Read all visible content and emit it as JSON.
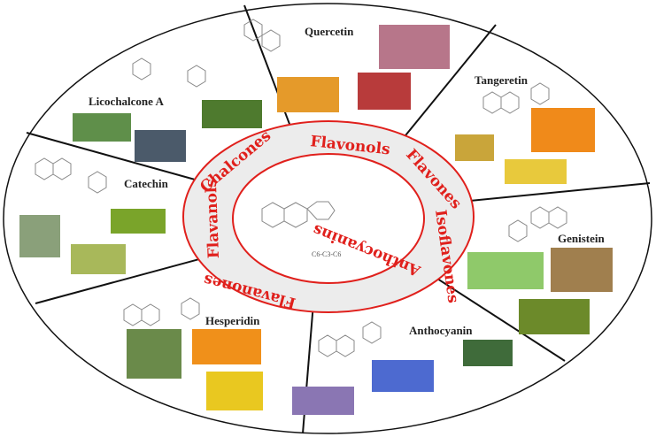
{
  "center": {
    "formula": "C6-C3-C6"
  },
  "classes": [
    {
      "label": "Flavonols",
      "compound": "Quercetin"
    },
    {
      "label": "Flavones",
      "compound": "Tangeretin"
    },
    {
      "label": "Isoflavones",
      "compound": "Genistein"
    },
    {
      "label": "Anthocyanins",
      "compound": "Anthocyanin"
    },
    {
      "label": "Flavanones",
      "compound": "Hesperidin"
    },
    {
      "label": "Flavanols",
      "compound": "Catechin"
    },
    {
      "label": "Chalcones",
      "compound": "Licochalcone A"
    }
  ],
  "colors": {
    "ring": "#e0201c",
    "ring_fill": "#ececec",
    "divider": "#111111"
  }
}
